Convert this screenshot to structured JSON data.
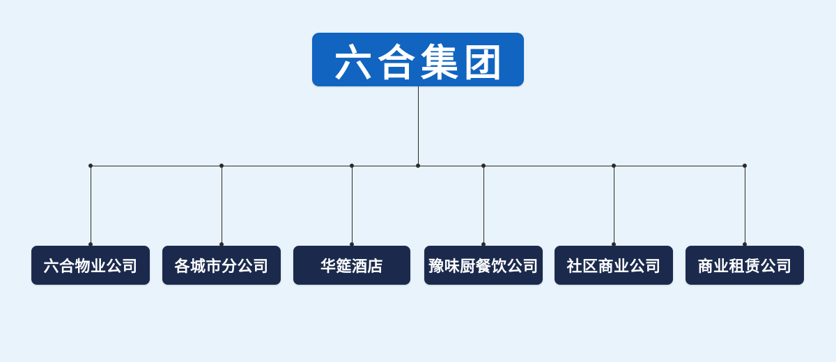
{
  "org": {
    "root": {
      "label": "六合集团"
    },
    "children": [
      {
        "label": "六合物业公司"
      },
      {
        "label": "各城市分公司"
      },
      {
        "label": "华筵酒店"
      },
      {
        "label": "豫味厨餐饮公司"
      },
      {
        "label": "社区商业公司"
      },
      {
        "label": "商业租赁公司"
      }
    ]
  },
  "colors": {
    "background": "#e9f3fb",
    "root_node": "#1164c0",
    "child_node": "#1b2a4c",
    "text": "#ffffff",
    "connector": "#2a2a2a"
  }
}
